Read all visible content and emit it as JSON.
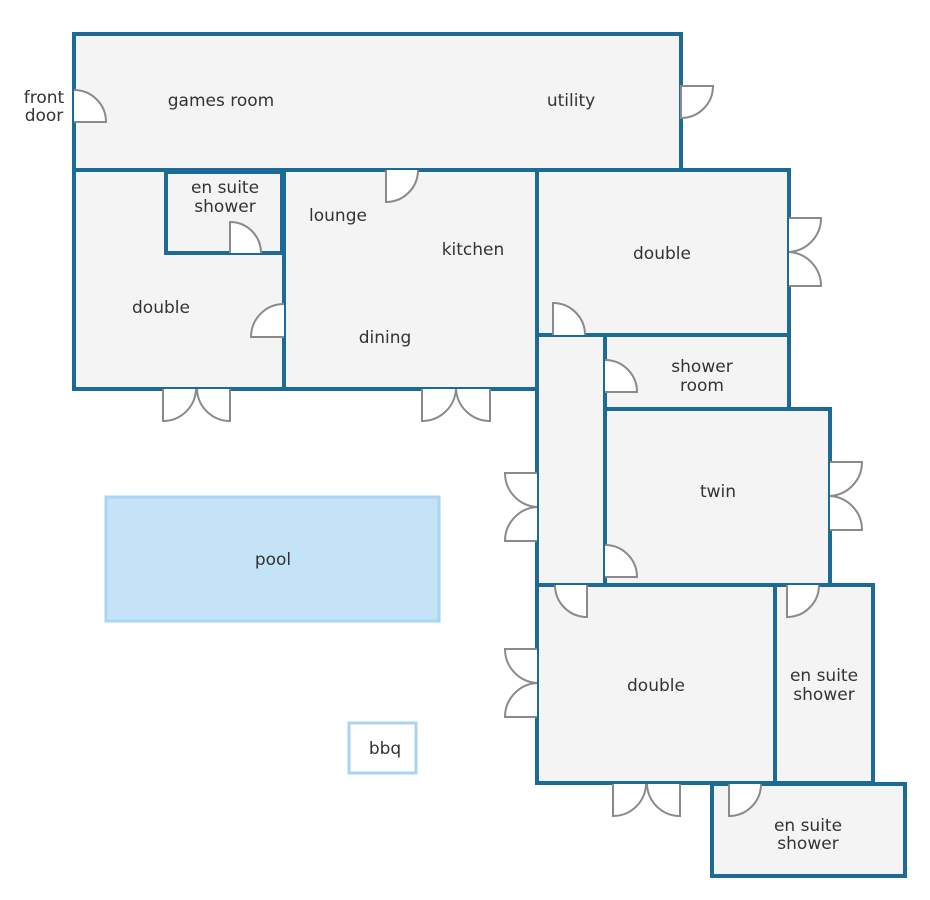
{
  "labels": {
    "front_door": [
      "front",
      "door"
    ],
    "games_room": "games room",
    "utility": "utility",
    "ensuite_top": [
      "en suite",
      "shower"
    ],
    "lounge": "lounge",
    "kitchen": "kitchen",
    "dining": "dining",
    "double_left": "double",
    "double_right": "double",
    "shower_room": [
      "shower",
      "room"
    ],
    "twin": "twin",
    "pool": "pool",
    "double_bottom": "double",
    "ensuite_right": [
      "en suite",
      "shower"
    ],
    "ensuite_bottom": [
      "en suite",
      "shower"
    ],
    "bbq": "bbq"
  },
  "colors": {
    "wall": "#1c6a96",
    "floor": "#f4f4f4",
    "door": "#8a8a8a",
    "pool": "#c4e3f7",
    "pool_edge": "#a8d6f0",
    "text": "#333333"
  }
}
